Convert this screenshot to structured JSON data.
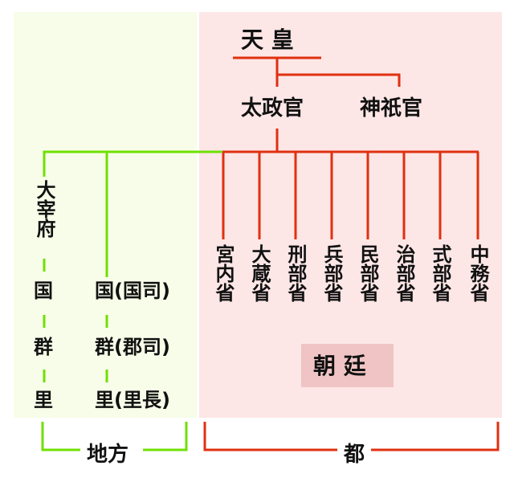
{
  "colors": {
    "local": "#6fe000",
    "capital": "#e03010",
    "local_bg": "#f7fde8",
    "capital_bg": "#fde6e6",
    "court_box": "#f0c4c4"
  },
  "top": {
    "emperor": "天 皇",
    "daijokan": "太政官",
    "jingikan": "神祇官"
  },
  "ministries": [
    "宮内省",
    "大蔵省",
    "刑部省",
    "兵部省",
    "民部省",
    "治部省",
    "式部省",
    "中務省"
  ],
  "local_left": [
    "大宰府",
    "国",
    "群",
    "里"
  ],
  "local_right": [
    "国(国司)",
    "群(郡司)",
    "里(里長)"
  ],
  "court_label": "朝 廷",
  "brackets": {
    "local": "地方",
    "capital": "都"
  }
}
